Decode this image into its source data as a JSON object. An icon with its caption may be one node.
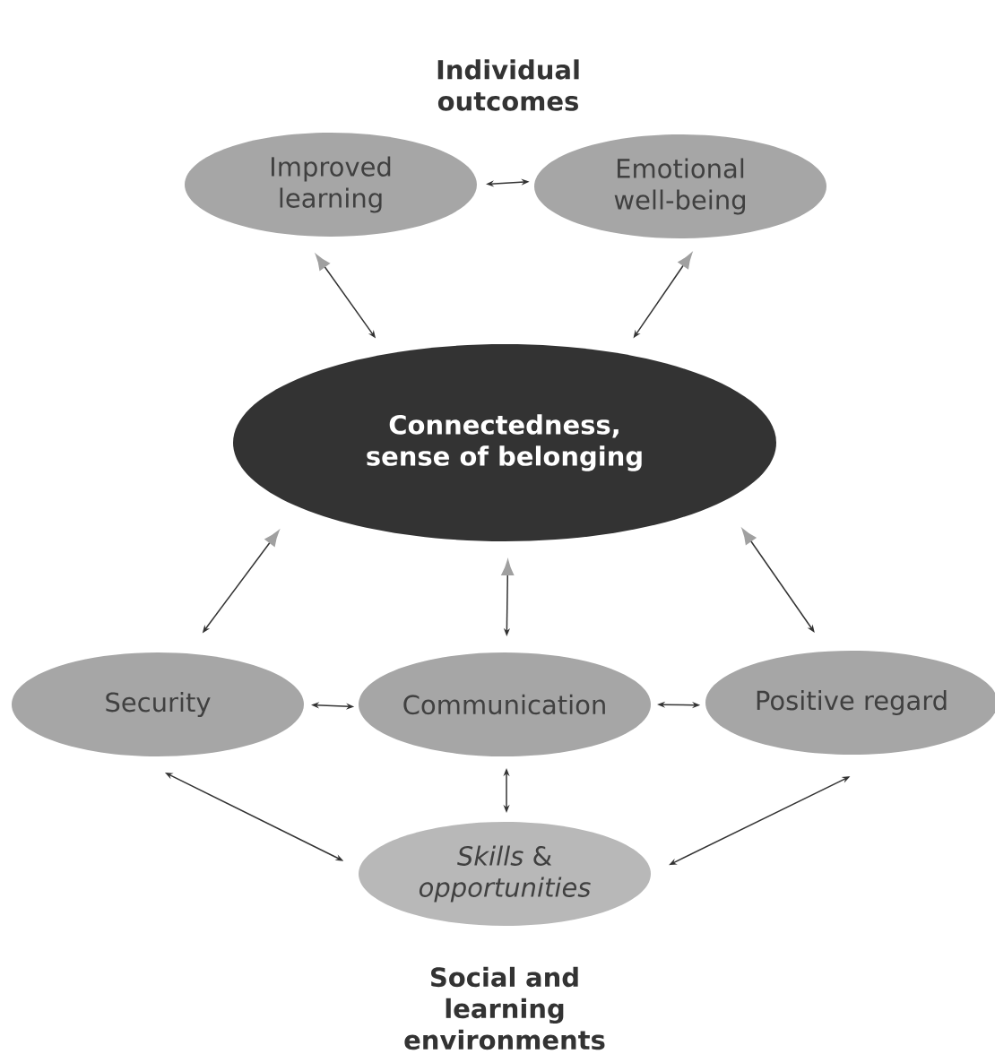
{
  "diagram": {
    "nodes": [
      {
        "text": [
          "Improved learning"
        ]
      },
      {
        "text": [
          "Emotional well-being"
        ]
      },
      {
        "text": [
          "Connectedness, sense of belonging"
        ]
      },
      {
        "text": [
          "Security"
        ]
      },
      {
        "text": [
          "Communication"
        ]
      },
      {
        "text": [
          "Positive regard"
        ]
      },
      {
        "text": [
          "*Skills* & *opportunities*"
        ]
      }
    ],
    "edges": [
      {
        "from": 0,
        "to": 1,
        "arrow": "both"
      },
      {
        "from": 0,
        "to": 2,
        "arrow": "both"
      },
      {
        "from": 1,
        "to": 2,
        "arrow": "both"
      },
      {
        "from": 3,
        "to": 2,
        "arrow": "both"
      },
      {
        "from": 4,
        "to": 2,
        "arrow": "both"
      },
      {
        "from": 5,
        "to": 2,
        "arrow": "both"
      },
      {
        "from": 3,
        "to": 4,
        "arrow": "both"
      },
      {
        "from": 4,
        "to": 5,
        "arrow": "both"
      },
      {
        "from": 4,
        "to": 6,
        "arrow": "both"
      },
      {
        "from": 3,
        "to": 6,
        "arrow": "both"
      },
      {
        "from": 5,
        "to": 6,
        "arrow": "both"
      }
    ],
    "labels": [
      "Individual outcomes",
      "Social and learning environments"
    ]
  }
}
